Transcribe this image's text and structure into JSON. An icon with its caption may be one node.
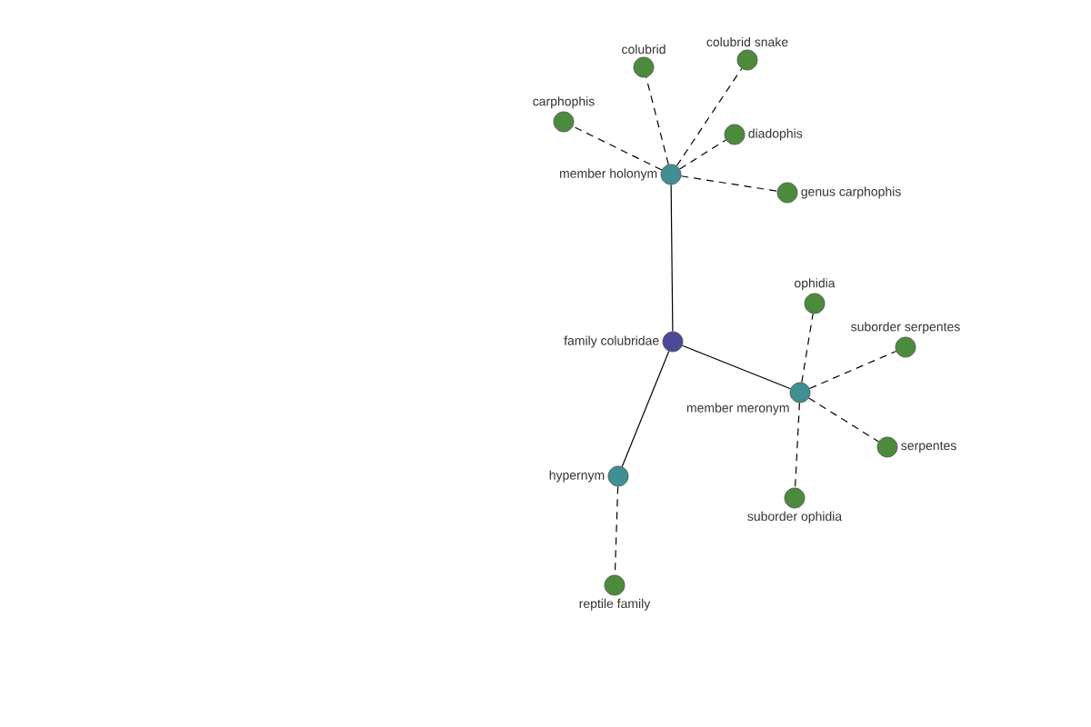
{
  "diagram": {
    "nodes": [
      {
        "text": [
          "family colubridae"
        ]
      },
      {
        "text": [
          "member holonym"
        ]
      },
      {
        "text": [
          "colubrid"
        ]
      },
      {
        "text": [
          "colubrid snake"
        ]
      },
      {
        "text": [
          "carphophis"
        ]
      },
      {
        "text": [
          "diadophis"
        ]
      },
      {
        "text": [
          "genus carphophis"
        ]
      },
      {
        "text": [
          "member meronym"
        ]
      },
      {
        "text": [
          "ophidia"
        ]
      },
      {
        "text": [
          "suborder serpentes"
        ]
      },
      {
        "text": [
          "serpentes"
        ]
      },
      {
        "text": [
          "suborder ophidia"
        ]
      },
      {
        "text": [
          "hypernym"
        ]
      },
      {
        "text": [
          "reptile family"
        ]
      }
    ],
    "edges": [
      {
        "from": 0,
        "to": 1,
        "arrow": "none"
      },
      {
        "from": 0,
        "to": 7,
        "arrow": "none"
      },
      {
        "from": 0,
        "to": 12,
        "arrow": "none"
      },
      {
        "from": 1,
        "to": 2,
        "arrow": "none",
        "style": "dashed"
      },
      {
        "from": 1,
        "to": 3,
        "arrow": "none",
        "style": "dashed"
      },
      {
        "from": 1,
        "to": 4,
        "arrow": "none",
        "style": "dashed"
      },
      {
        "from": 1,
        "to": 5,
        "arrow": "none",
        "style": "dashed"
      },
      {
        "from": 1,
        "to": 6,
        "arrow": "none",
        "style": "dashed"
      },
      {
        "from": 7,
        "to": 8,
        "arrow": "none",
        "style": "dashed"
      },
      {
        "from": 7,
        "to": 9,
        "arrow": "none",
        "style": "dashed"
      },
      {
        "from": 7,
        "to": 10,
        "arrow": "none",
        "style": "dashed"
      },
      {
        "from": 7,
        "to": 11,
        "arrow": "none",
        "style": "dashed"
      },
      {
        "from": 12,
        "to": 13,
        "arrow": "none",
        "style": "dashed"
      }
    ]
  }
}
